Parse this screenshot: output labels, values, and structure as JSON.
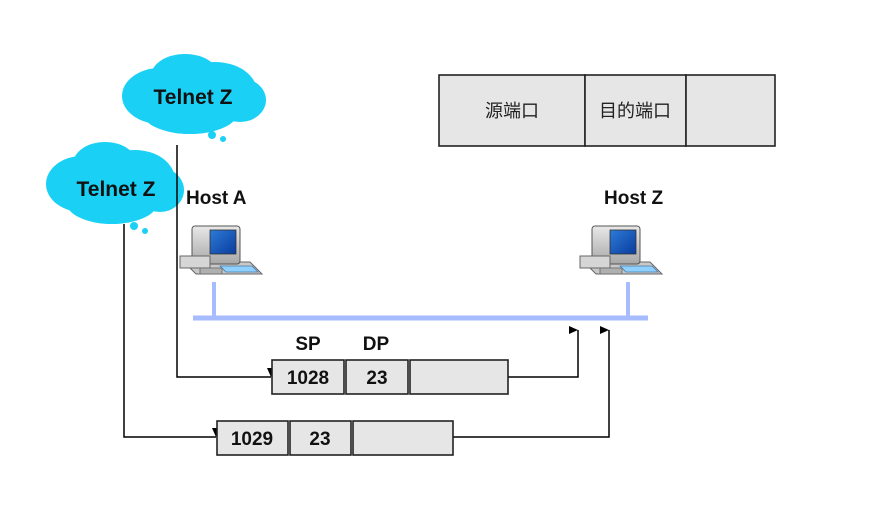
{
  "clouds": [
    {
      "id": "cloud-1",
      "label": "Telnet Z"
    },
    {
      "id": "cloud-2",
      "label": "Telnet Z"
    }
  ],
  "hosts": {
    "a": {
      "label": "Host A"
    },
    "z": {
      "label": "Host Z"
    }
  },
  "header_format": {
    "cells": [
      "源端口",
      "目的端口",
      ""
    ]
  },
  "segment_columns": {
    "sp": "SP",
    "dp": "DP"
  },
  "segments": [
    {
      "sp": "1028",
      "dp": "23"
    },
    {
      "sp": "1029",
      "dp": "23"
    }
  ],
  "colors": {
    "cloud": "#1ad1f5",
    "network": "#a6bcff",
    "box_fill": "#e6e6e6"
  }
}
